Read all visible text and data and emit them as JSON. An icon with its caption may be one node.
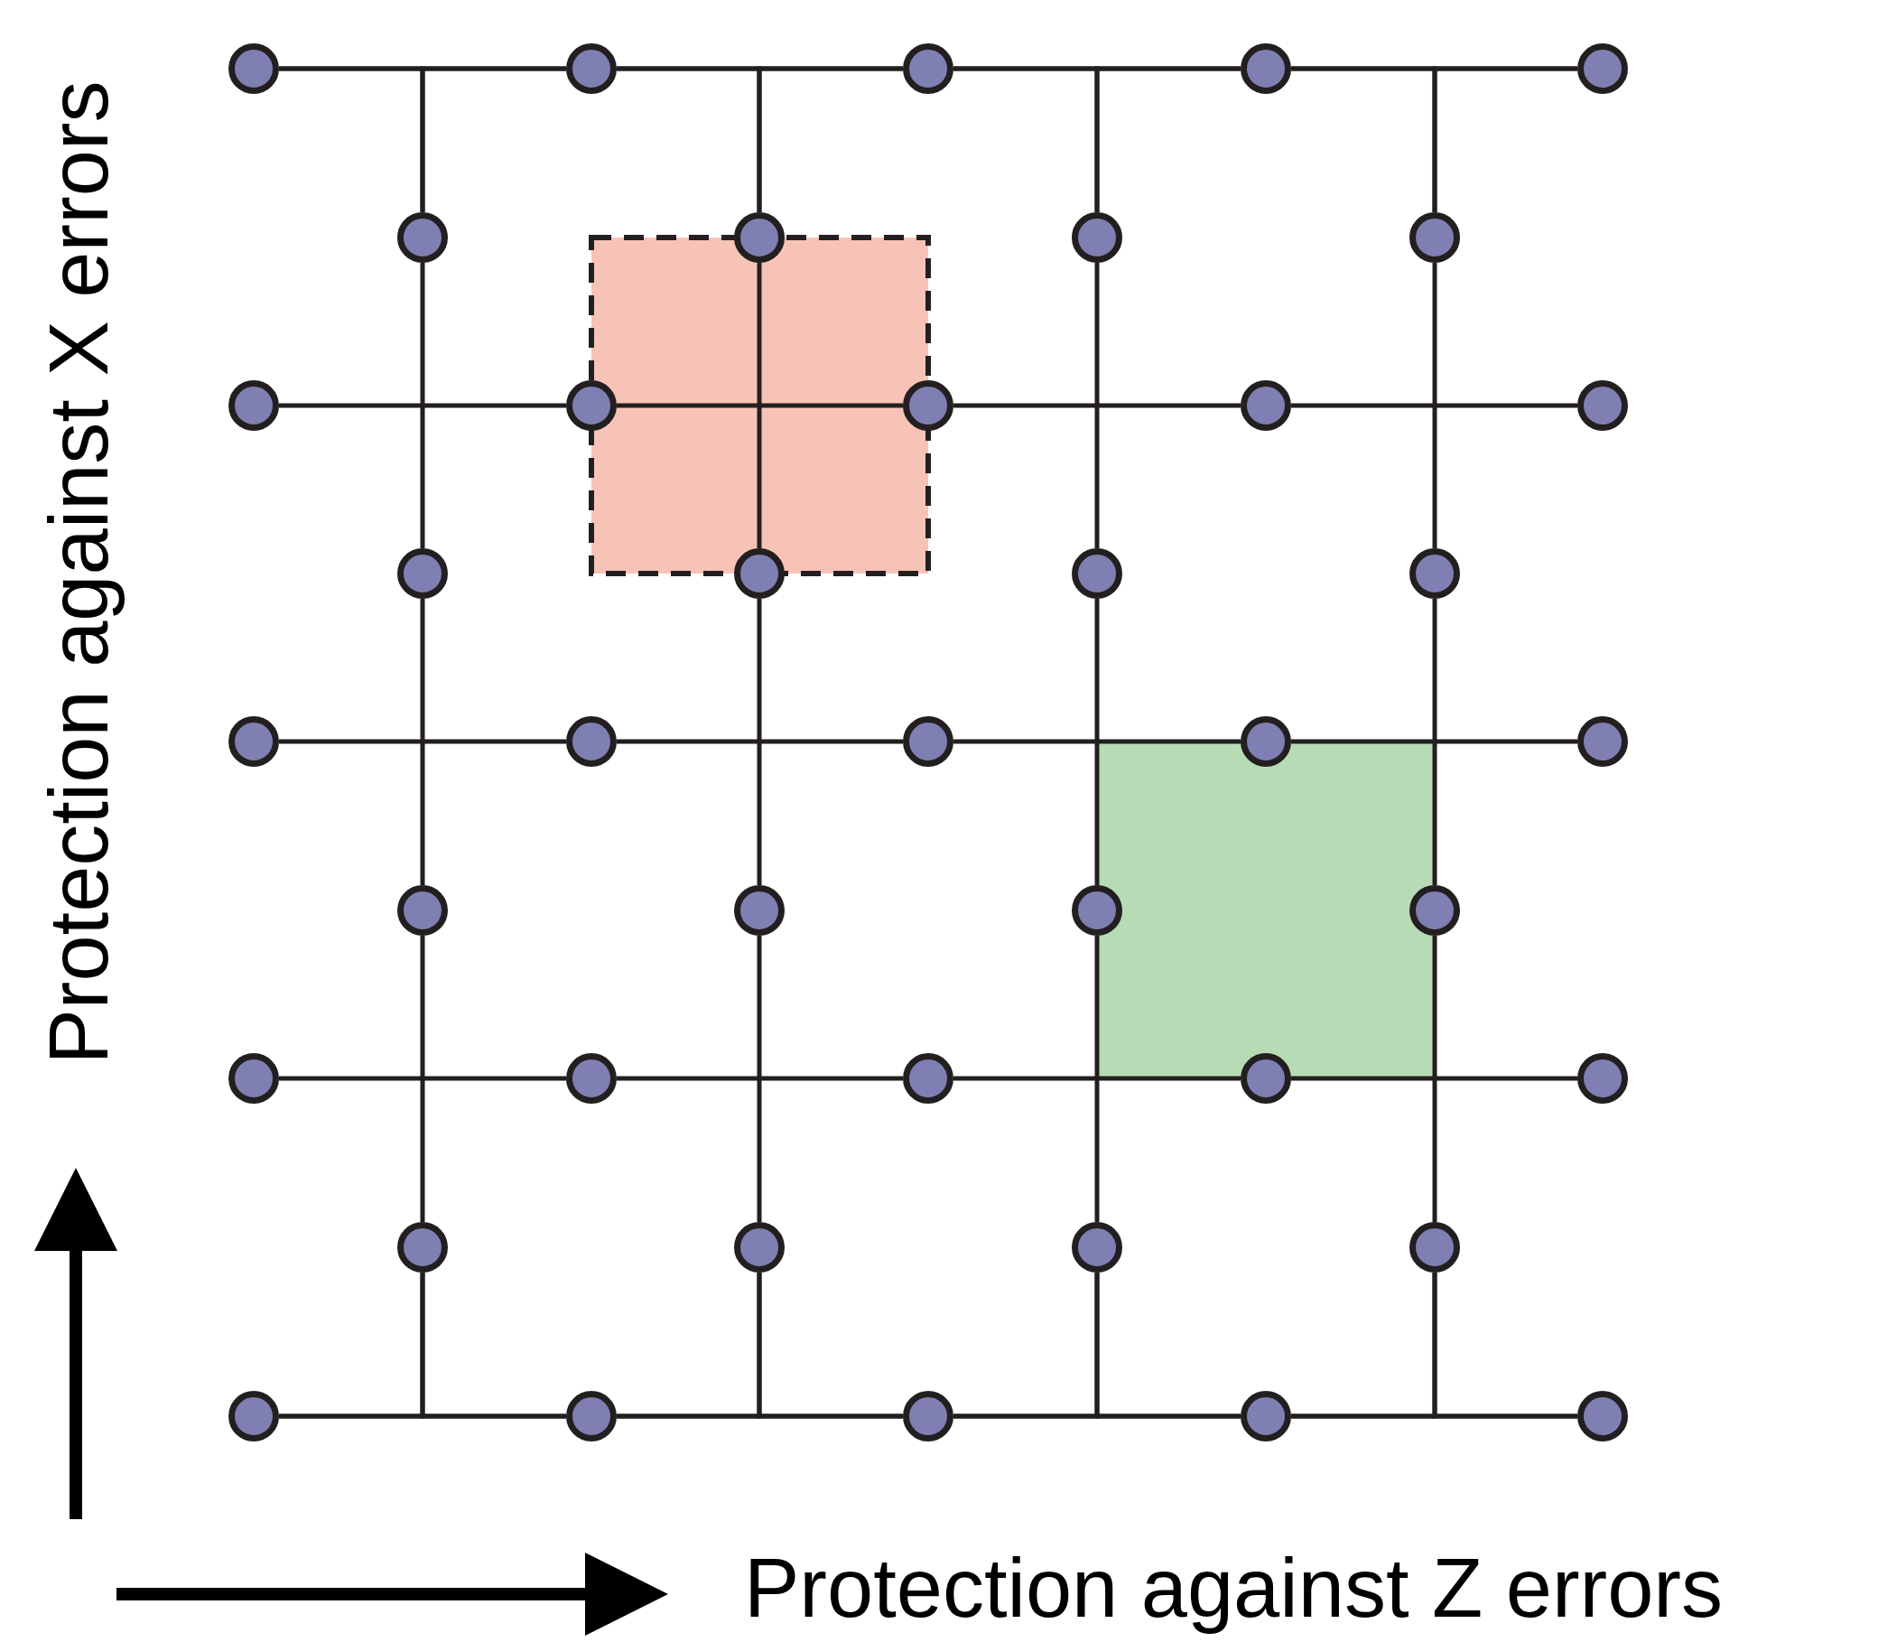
{
  "diagram": {
    "nodes": [
      {
        "text": [],
        "shape": "circle"
      },
      {
        "text": [],
        "shape": "circle"
      },
      {
        "text": [],
        "shape": "circle"
      },
      {
        "text": [],
        "shape": "circle"
      },
      {
        "text": [],
        "shape": "circle"
      },
      {
        "text": [],
        "shape": "circle"
      },
      {
        "text": [],
        "shape": "circle"
      },
      {
        "text": [],
        "shape": "circle"
      },
      {
        "text": [],
        "shape": "circle"
      },
      {
        "text": [],
        "shape": "circle"
      },
      {
        "text": [],
        "shape": "circle"
      },
      {
        "text": [],
        "shape": "circle"
      },
      {
        "text": [],
        "shape": "circle"
      },
      {
        "text": [],
        "shape": "circle"
      },
      {
        "text": [],
        "shape": "circle"
      },
      {
        "text": [],
        "shape": "circle"
      },
      {
        "text": [],
        "shape": "circle"
      },
      {
        "text": [],
        "shape": "circle"
      },
      {
        "text": [],
        "shape": "circle"
      },
      {
        "text": [],
        "shape": "circle"
      },
      {
        "text": [],
        "shape": "circle"
      },
      {
        "text": [],
        "shape": "circle"
      },
      {
        "text": [],
        "shape": "circle"
      },
      {
        "text": [],
        "shape": "circle"
      },
      {
        "text": [],
        "shape": "circle"
      },
      {
        "text": [],
        "shape": "circle"
      },
      {
        "text": [],
        "shape": "circle"
      },
      {
        "text": [],
        "shape": "circle"
      },
      {
        "text": [],
        "shape": "circle"
      },
      {
        "text": [],
        "shape": "circle"
      },
      {
        "text": [],
        "shape": "circle"
      },
      {
        "text": [],
        "shape": "circle"
      },
      {
        "text": [],
        "shape": "circle"
      },
      {
        "text": [],
        "shape": "circle"
      },
      {
        "text": [],
        "shape": "circle"
      },
      {
        "text": [],
        "shape": "circle"
      },
      {
        "text": [],
        "shape": "circle"
      },
      {
        "text": [],
        "shape": "circle"
      },
      {
        "text": [],
        "shape": "circle"
      },
      {
        "text": [],
        "shape": "circle"
      },
      {
        "text": [],
        "shape": "circle"
      }
    ],
    "edges": [
      {
        "from": 0,
        "to": 1,
        "arrow": "none"
      },
      {
        "from": 1,
        "to": 2,
        "arrow": "none"
      },
      {
        "from": 2,
        "to": 3,
        "arrow": "none"
      },
      {
        "from": 3,
        "to": 4,
        "arrow": "none"
      },
      {
        "from": 9,
        "to": 10,
        "arrow": "none"
      },
      {
        "from": 10,
        "to": 11,
        "arrow": "none"
      },
      {
        "from": 11,
        "to": 12,
        "arrow": "none"
      },
      {
        "from": 12,
        "to": 13,
        "arrow": "none"
      },
      {
        "from": 18,
        "to": 19,
        "arrow": "none"
      },
      {
        "from": 19,
        "to": 20,
        "arrow": "none"
      },
      {
        "from": 20,
        "to": 21,
        "arrow": "none"
      },
      {
        "from": 21,
        "to": 22,
        "arrow": "none"
      },
      {
        "from": 27,
        "to": 28,
        "arrow": "none"
      },
      {
        "from": 28,
        "to": 29,
        "arrow": "none"
      },
      {
        "from": 29,
        "to": 30,
        "arrow": "none"
      },
      {
        "from": 30,
        "to": 31,
        "arrow": "none"
      },
      {
        "from": 36,
        "to": 37,
        "arrow": "none"
      },
      {
        "from": 37,
        "to": 38,
        "arrow": "none"
      },
      {
        "from": 38,
        "to": 39,
        "arrow": "none"
      },
      {
        "from": 39,
        "to": 40,
        "arrow": "none"
      },
      {
        "from": 5,
        "to": 14,
        "arrow": "none"
      },
      {
        "from": 14,
        "to": 23,
        "arrow": "none"
      },
      {
        "from": 23,
        "to": 32,
        "arrow": "none"
      },
      {
        "from": 6,
        "to": 15,
        "arrow": "none"
      },
      {
        "from": 15,
        "to": 24,
        "arrow": "none"
      },
      {
        "from": 24,
        "to": 33,
        "arrow": "none"
      },
      {
        "from": 7,
        "to": 16,
        "arrow": "none"
      },
      {
        "from": 16,
        "to": 25,
        "arrow": "none"
      },
      {
        "from": 25,
        "to": 34,
        "arrow": "none"
      },
      {
        "from": 8,
        "to": 17,
        "arrow": "none"
      },
      {
        "from": 17,
        "to": 26,
        "arrow": "none"
      },
      {
        "from": 26,
        "to": 35,
        "arrow": "none"
      },
      {
        "from": 0,
        "to": 5,
        "arrow": "none"
      },
      {
        "from": 1,
        "to": 5,
        "arrow": "none"
      },
      {
        "from": 1,
        "to": 6,
        "arrow": "none"
      },
      {
        "from": 2,
        "to": 6,
        "arrow": "none"
      },
      {
        "from": 2,
        "to": 7,
        "arrow": "none"
      },
      {
        "from": 3,
        "to": 7,
        "arrow": "none"
      },
      {
        "from": 3,
        "to": 8,
        "arrow": "none"
      },
      {
        "from": 4,
        "to": 8,
        "arrow": "none"
      },
      {
        "from": 32,
        "to": 36,
        "arrow": "none"
      },
      {
        "from": 32,
        "to": 37,
        "arrow": "none"
      },
      {
        "from": 33,
        "to": 37,
        "arrow": "none"
      },
      {
        "from": 33,
        "to": 38,
        "arrow": "none"
      },
      {
        "from": 34,
        "to": 38,
        "arrow": "none"
      },
      {
        "from": 34,
        "to": 39,
        "arrow": "none"
      },
      {
        "from": 35,
        "to": 39,
        "arrow": "none"
      },
      {
        "from": 35,
        "to": 40,
        "arrow": "none"
      }
    ],
    "labels": [
      "Protection against X errors",
      "Protection against Z errors"
    ]
  }
}
